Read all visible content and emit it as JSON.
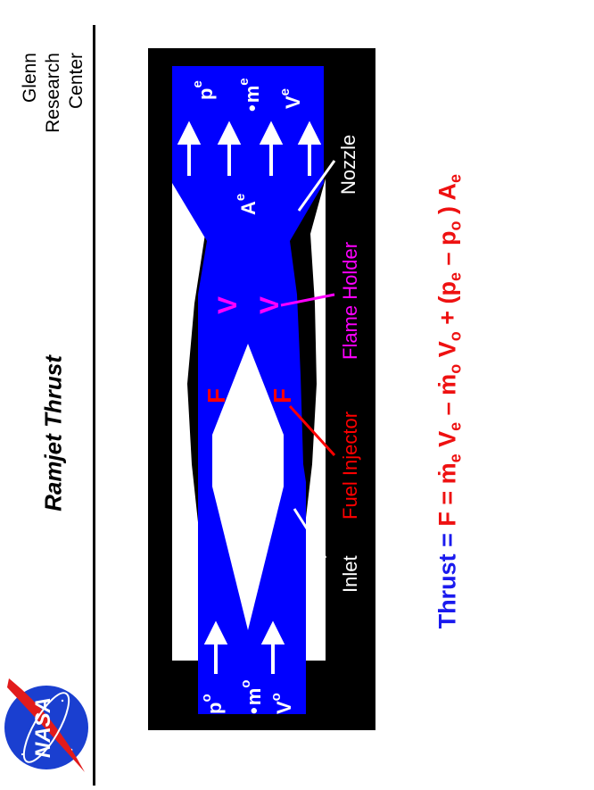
{
  "header": {
    "org_line1": "Glenn",
    "org_line2": "Research",
    "org_line3": "Center",
    "title": "Ramjet  Thrust",
    "logo_text": "NASA"
  },
  "diagram": {
    "labels": {
      "nozzle": "Nozzle",
      "flame_holder": "Flame Holder",
      "fuel_injector": "Fuel Injector",
      "inlet": "Inlet"
    },
    "exit_symbols": {
      "pe": "p",
      "me": "m",
      "ve": "V",
      "ae": "A",
      "sub": "e"
    },
    "inlet_symbols": {
      "p0": "p",
      "m0": "m",
      "v0": "V",
      "sub": "o"
    },
    "fuel_mark": "F",
    "flame_mark": "V"
  },
  "formula": {
    "prefix": "Thrust = ",
    "body": "F = m",
    "text_full": "Thrust = F = ṁe Ve − ṁo Vo + (pe − po) Ae"
  },
  "colors": {
    "engine_flow": "#0000ff",
    "background_box": "#000000",
    "fuel": "#ff0000",
    "flame_holder": "#ff00ff",
    "label_white": "#ffffff",
    "formula_blue": "#1a1aee",
    "formula_red": "#ee1111"
  }
}
